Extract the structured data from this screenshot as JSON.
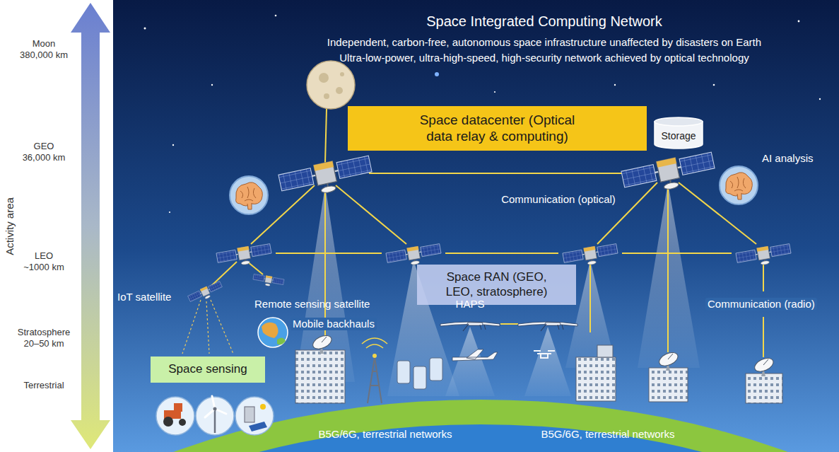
{
  "diagram": {
    "title": "Space Integrated Computing Network",
    "nodes": [
      {
        "text": [
          "Space datacenter (Optical data relay & computing)"
        ]
      },
      {
        "text": [
          "Storage"
        ]
      },
      {
        "text": [
          "Space RAN (GEO, LEO, stratosphere)"
        ]
      },
      {
        "text": [
          "Space sensing"
        ]
      }
    ],
    "labels": [
      "Independent, carbon-free, autonomous space infrastructure unaffected by disasters on Earth",
      "Ultra-low-power, ultra-high-speed, high-security network achieved by optical technology",
      "Moon 380,000 km",
      "GEO 36,000 km",
      "LEO ~1000 km",
      "Stratosphere 20–50 km",
      "Terrestrial",
      "Activity area",
      "AI analysis",
      "Communication (optical)",
      "HAPS",
      "IoT satellite",
      "Remote sensing satellite",
      "Mobile backhauls",
      "Communication (radio)",
      "B5G/6G, terrestrial networks",
      "B5G/6G, terrestrial networks"
    ]
  }
}
